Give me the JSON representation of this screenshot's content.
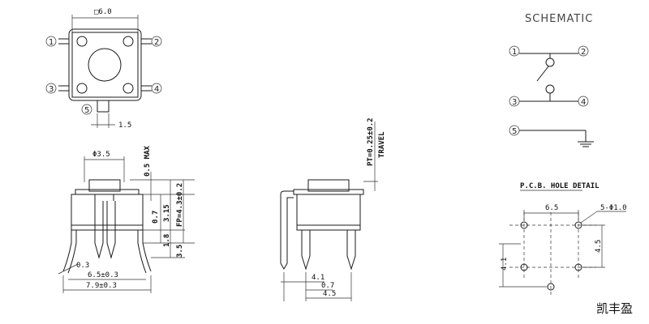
{
  "top_view": {
    "dim_width": "□6.0",
    "dim_pin_pitch": "1.5",
    "pins": [
      "1",
      "2",
      "3",
      "4",
      "5"
    ]
  },
  "front_view": {
    "dim_button_dia": "Φ3.5",
    "dim_max": "0.5 MAX",
    "dim_07": "0.7",
    "dim_316": "3.15",
    "dim_fp": "FP=4.3±0.2",
    "dim_18": "1.8",
    "dim_35": "3.5",
    "dim_03": "0.3",
    "dim_65": "6.5±0.3",
    "dim_79": "7.9±0.3"
  },
  "side_view": {
    "dim_pt": "PT=0.25±0.2",
    "dim_travel": "TRAVEL",
    "dim_41": "4.1",
    "dim_07": "0.7",
    "dim_45": "4.5"
  },
  "schematic": {
    "title": "SCHEMATIC",
    "pins": [
      "1",
      "2",
      "3",
      "4",
      "5"
    ]
  },
  "pcb": {
    "title": "P.C.B. HOLE DETAIL",
    "dim_65": "6.5",
    "dim_holes": "5-Φ1.0",
    "dim_45": "4.5",
    "dim_41": "4.1"
  },
  "watermark": "凯丰盈"
}
